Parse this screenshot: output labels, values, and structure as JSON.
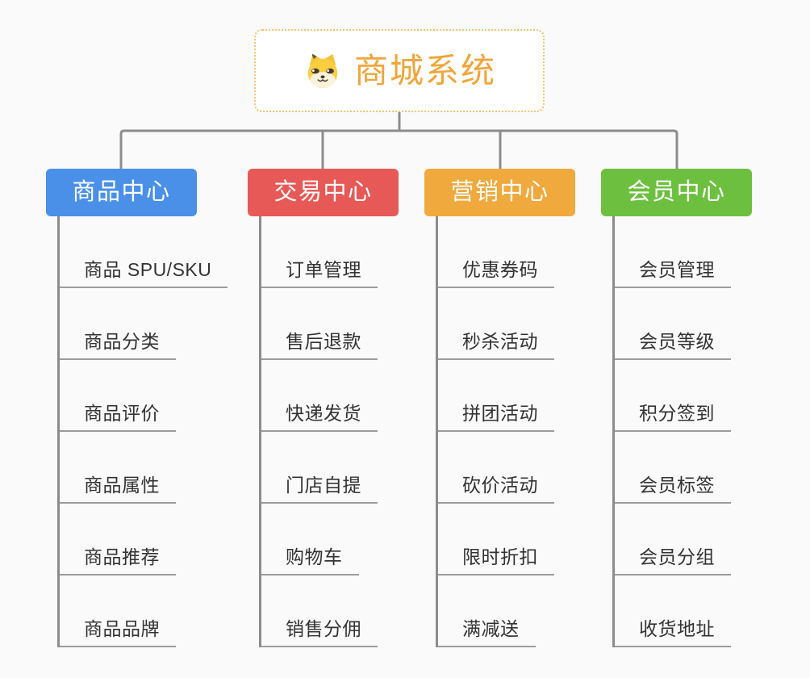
{
  "root": {
    "title": "商城系统",
    "icon": "dog-face-icon"
  },
  "branches": [
    {
      "label": "商品中心",
      "color": "#4a90e8",
      "children": [
        "商品 SPU/SKU",
        "商品分类",
        "商品评价",
        "商品属性",
        "商品推荐",
        "商品品牌"
      ]
    },
    {
      "label": "交易中心",
      "color": "#e75956",
      "children": [
        "订单管理",
        "售后退款",
        "快递发货",
        "门店自提",
        "购物车",
        "销售分佣"
      ]
    },
    {
      "label": "营销中心",
      "color": "#efa93d",
      "children": [
        "优惠券码",
        "秒杀活动",
        "拼团活动",
        "砍价活动",
        "限时折扣",
        "满减送"
      ]
    },
    {
      "label": "会员中心",
      "color": "#6dc03f",
      "children": [
        "会员管理",
        "会员等级",
        "积分签到",
        "会员标签",
        "会员分组",
        "收货地址"
      ]
    }
  ],
  "colors": {
    "bg": "#fafafa",
    "connector": "#8c8c8c",
    "leafline": "#9c9c9c",
    "root_text": "#f0a63c",
    "root_border": "#f6c371",
    "leaf_text": "#333333"
  }
}
